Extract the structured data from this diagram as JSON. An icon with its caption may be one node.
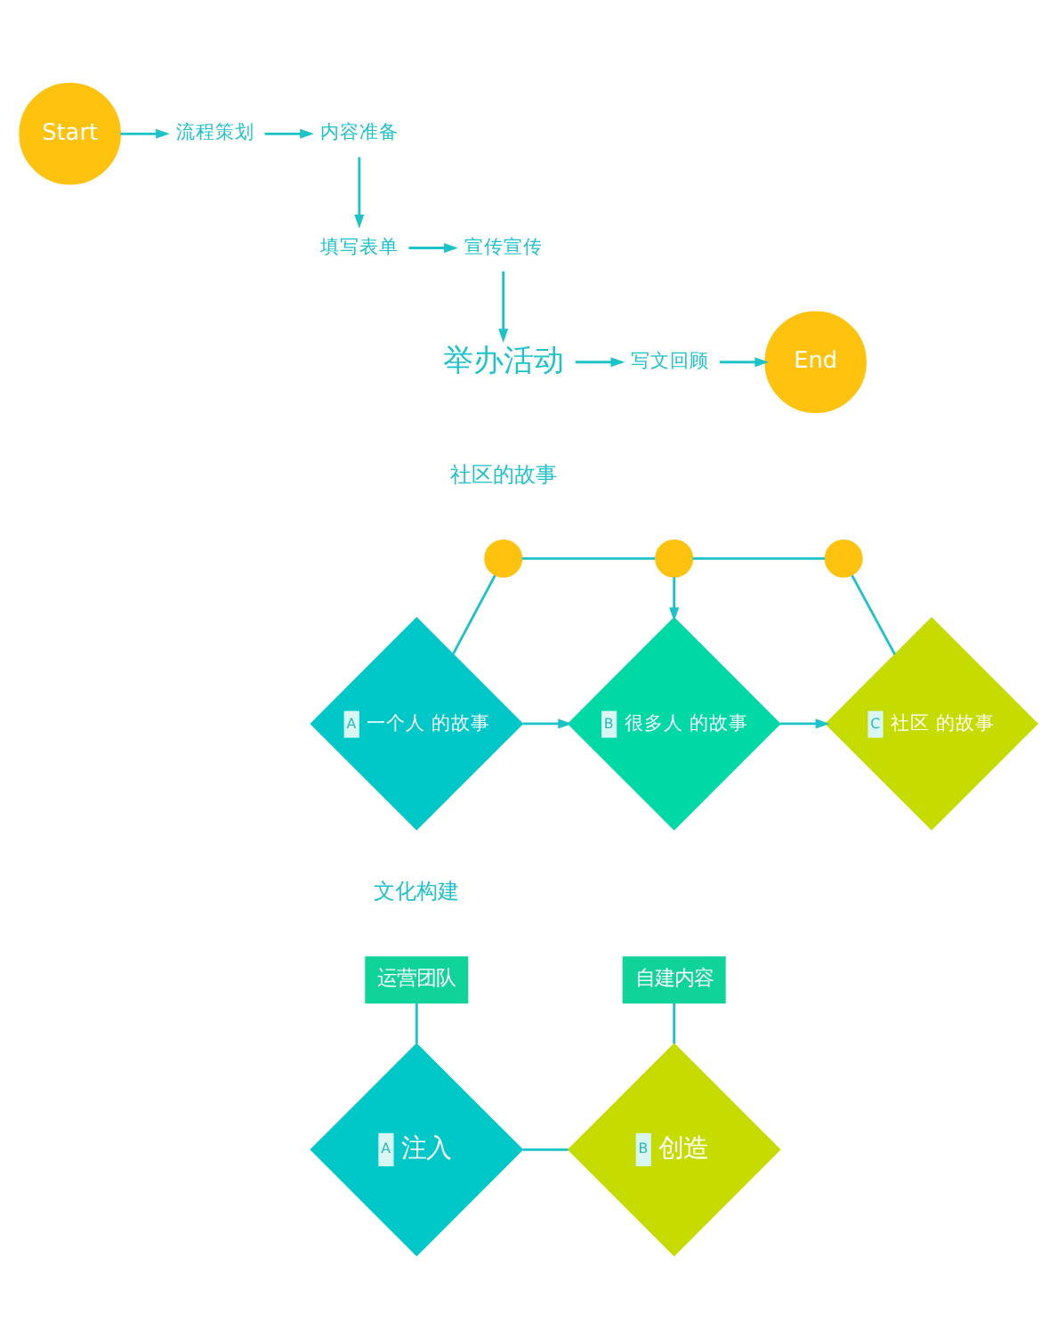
{
  "diagram": {
    "nodes": [
      {
        "text": [
          "Start"
        ]
      },
      {
        "text": [
          "流程策划"
        ]
      },
      {
        "text": [
          "内容准备"
        ]
      },
      {
        "text": [
          "填写表单"
        ]
      },
      {
        "text": [
          "宣传宣传"
        ]
      },
      {
        "text": [
          "举办活动"
        ]
      },
      {
        "text": [
          "写文回顾"
        ]
      },
      {
        "text": [
          "End"
        ]
      },
      {
        "text": [],
        "shape": "circle"
      },
      {
        "text": [],
        "shape": "circle"
      },
      {
        "text": [],
        "shape": "circle"
      },
      {
        "text": [
          "A",
          "一个人 的故事"
        ]
      },
      {
        "text": [
          "B",
          "很多人 的故事"
        ]
      },
      {
        "text": [
          "C",
          "社区 的故事"
        ]
      },
      {
        "text": [
          "运营团队"
        ]
      },
      {
        "text": [
          "自建内容"
        ]
      },
      {
        "text": [
          "A",
          "注入"
        ]
      },
      {
        "text": [
          "B",
          "创造"
        ]
      }
    ],
    "edges": [
      {
        "from": 0,
        "to": 1,
        "arrow": "to"
      },
      {
        "from": 1,
        "to": 2,
        "arrow": "to"
      },
      {
        "from": 2,
        "to": 3,
        "arrow": "to"
      },
      {
        "from": 3,
        "to": 4,
        "arrow": "to"
      },
      {
        "from": 4,
        "to": 5,
        "arrow": "to"
      },
      {
        "from": 5,
        "to": 6,
        "arrow": "to"
      },
      {
        "from": 6,
        "to": 7,
        "arrow": "to"
      },
      {
        "from": 8,
        "to": 9,
        "arrow": "none"
      },
      {
        "from": 9,
        "to": 10,
        "arrow": "none"
      },
      {
        "from": 8,
        "to": 11,
        "arrow": "none"
      },
      {
        "from": 9,
        "to": 12,
        "arrow": "to"
      },
      {
        "from": 10,
        "to": 13,
        "arrow": "none"
      },
      {
        "from": 11,
        "to": 12,
        "arrow": "to"
      },
      {
        "from": 12,
        "to": 13,
        "arrow": "to"
      },
      {
        "from": 14,
        "to": 16,
        "arrow": "none"
      },
      {
        "from": 15,
        "to": 17,
        "arrow": "none"
      },
      {
        "from": 16,
        "to": 17,
        "arrow": "none"
      }
    ],
    "labels": [
      "社区的故事",
      "文化构建"
    ]
  }
}
